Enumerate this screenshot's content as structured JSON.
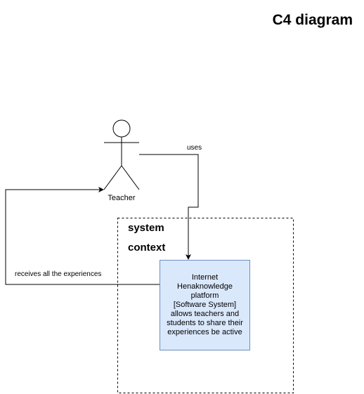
{
  "title": "C4 diagram",
  "boundary": {
    "label_line1": "system",
    "label_line2": "context"
  },
  "actor": {
    "label": "Teacher"
  },
  "system": {
    "line1": "Internet",
    "line2": "Henaknowledge",
    "line3": "platform",
    "line4": "[Software System]",
    "line5": "allows teachers and",
    "line6": "students to share their",
    "line7": "experiences be active"
  },
  "edges": {
    "uses_label": "uses",
    "receives_label": "receives all the experiences"
  },
  "colors": {
    "system_fill": "#dae8fc",
    "system_stroke": "#6c8ebf",
    "line": "#000000"
  }
}
